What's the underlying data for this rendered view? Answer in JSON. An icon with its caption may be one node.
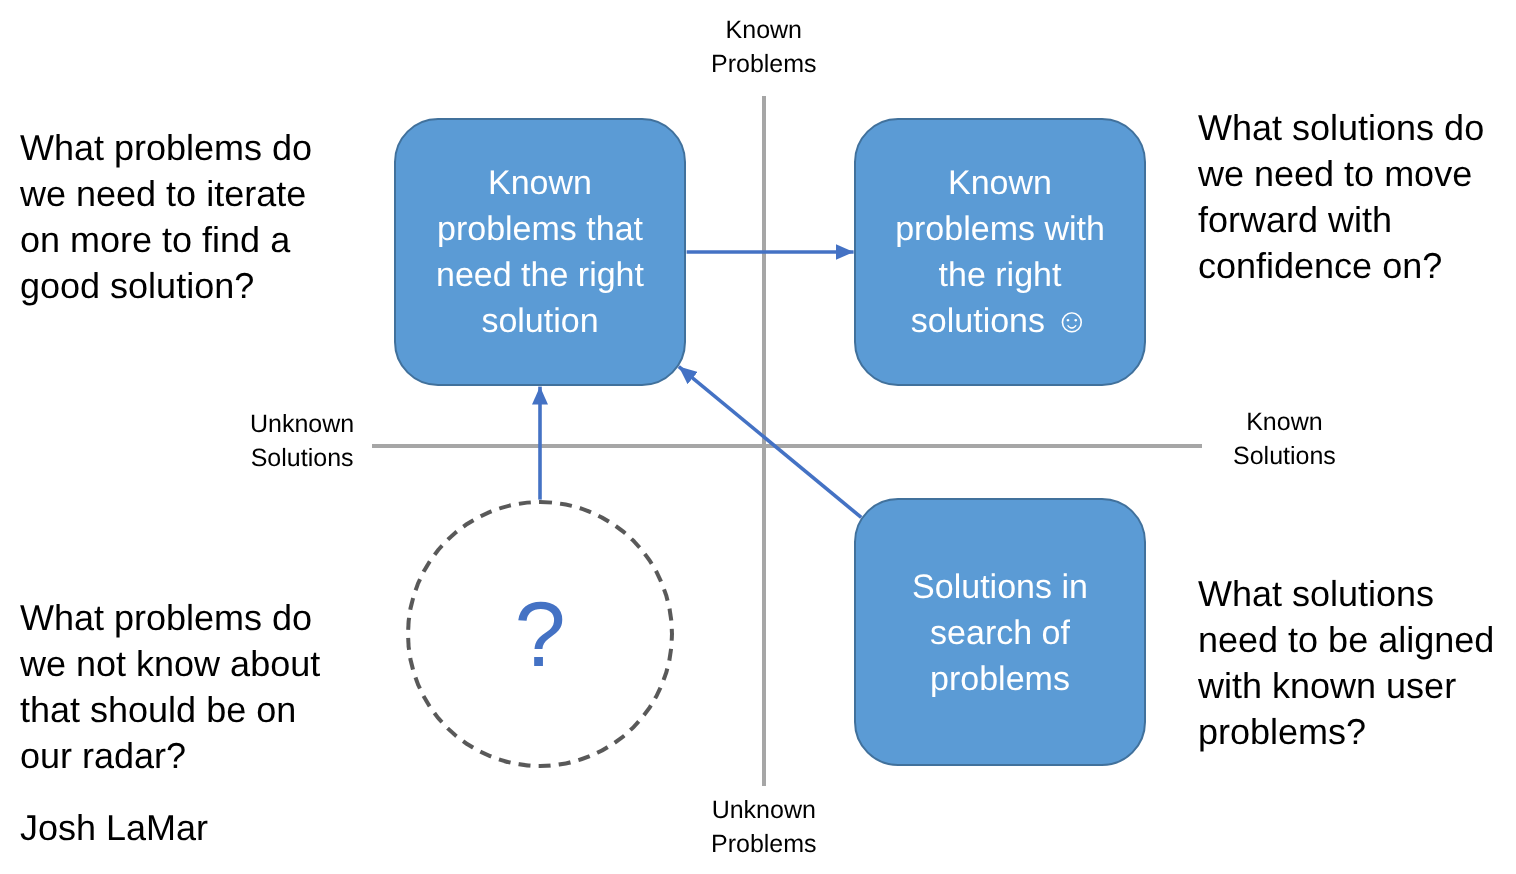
{
  "diagram": {
    "nodes": [
      {
        "text": [
          "Known problems that need the right solution"
        ]
      },
      {
        "text": [
          "Known problems with the right solutions ☺"
        ]
      },
      {
        "text": [
          "Solutions in search of problems"
        ]
      },
      {
        "text": [
          "?"
        ]
      }
    ],
    "edges": [
      {
        "from": 0,
        "to": 1,
        "arrow": "to"
      },
      {
        "from": 2,
        "to": 0,
        "arrow": "to"
      },
      {
        "from": 3,
        "to": 0,
        "arrow": "to"
      }
    ],
    "labels": [
      "Known Problems",
      "What problems do we need to iterate on more to find a good solution?",
      "What solutions do we need to move forward with confidence on?",
      "Unknown Solutions",
      "Known Solutions",
      "What problems do we not know about that should be on our radar?",
      "What solutions need to be aligned with known user problems?",
      "Josh LaMar",
      "Unknown Problems"
    ]
  }
}
